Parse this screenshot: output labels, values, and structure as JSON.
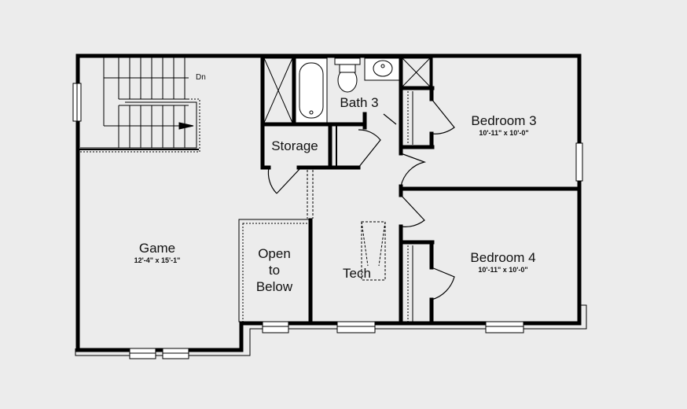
{
  "stairs": {
    "direction_label": "Dn"
  },
  "rooms": {
    "game": {
      "name": "Game",
      "dimensions": "12'-4\" x 15'-1\""
    },
    "bath3": {
      "name": "Bath 3"
    },
    "storage": {
      "name": "Storage"
    },
    "bedroom3": {
      "name": "Bedroom 3",
      "dimensions": "10'-11\" x 10'-0\""
    },
    "bedroom4": {
      "name": "Bedroom 4",
      "dimensions": "10'-11\" x 10'-0\""
    },
    "open_to_below": {
      "line1": "Open",
      "line2": "to",
      "line3": "Below"
    },
    "tech": {
      "name": "Tech"
    }
  },
  "colors": {
    "background": "#ececec",
    "wall": "#000000",
    "fixture": "#ffffff"
  }
}
